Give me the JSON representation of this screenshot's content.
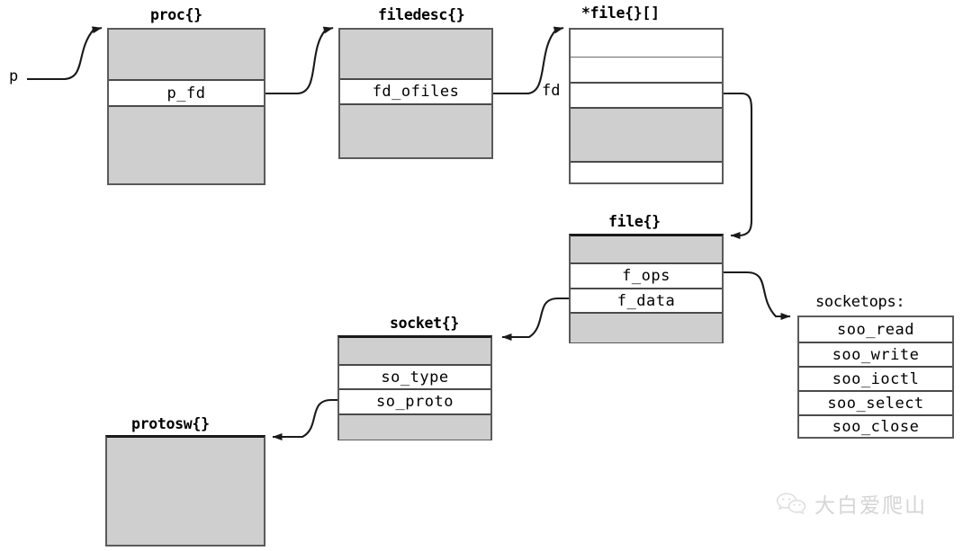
{
  "diagram": {
    "pointer_label": "p",
    "fd_label": "fd",
    "socketops_label": "socketops:",
    "structs": {
      "proc": {
        "title": "proc{}",
        "fields": [
          {
            "label": "",
            "fill": "gray"
          },
          {
            "label": "p_fd",
            "fill": "white"
          },
          {
            "label": "",
            "fill": "gray"
          }
        ]
      },
      "filedesc": {
        "title": "filedesc{}",
        "fields": [
          {
            "label": "",
            "fill": "gray"
          },
          {
            "label": "fd_ofiles",
            "fill": "white"
          },
          {
            "label": "",
            "fill": "gray"
          }
        ]
      },
      "file_array": {
        "title": "*file{}[]",
        "fields": [
          {
            "label": "",
            "fill": "white"
          },
          {
            "label": "",
            "fill": "white"
          },
          {
            "label": "",
            "fill": "white"
          },
          {
            "label": "",
            "fill": "gray"
          },
          {
            "label": "",
            "fill": "white"
          }
        ]
      },
      "file": {
        "title": "file{}",
        "fields": [
          {
            "label": "",
            "fill": "gray"
          },
          {
            "label": "f_ops",
            "fill": "white"
          },
          {
            "label": "f_data",
            "fill": "white"
          },
          {
            "label": "",
            "fill": "gray"
          }
        ]
      },
      "socket": {
        "title": "socket{}",
        "fields": [
          {
            "label": "",
            "fill": "gray"
          },
          {
            "label": "so_type",
            "fill": "white"
          },
          {
            "label": "so_proto",
            "fill": "white"
          },
          {
            "label": "",
            "fill": "gray"
          }
        ]
      },
      "protosw": {
        "title": "protosw{}",
        "fields": [
          {
            "label": "",
            "fill": "gray"
          }
        ]
      },
      "socketops": {
        "title": "socketops:",
        "fields": [
          {
            "label": "soo_read",
            "fill": "white"
          },
          {
            "label": "soo_write",
            "fill": "white"
          },
          {
            "label": "soo_ioctl",
            "fill": "white"
          },
          {
            "label": "soo_select",
            "fill": "white"
          },
          {
            "label": "soo_close",
            "fill": "white"
          }
        ]
      }
    },
    "colors": {
      "struct_fill_gray": "#cfcfcf",
      "struct_fill_white": "#ffffff",
      "border": "#5a5a5a",
      "wire": "#1a1a1a",
      "text": "#000000",
      "watermark": "#b4b4b4"
    }
  },
  "watermark": {
    "text": "大白爱爬山",
    "icon": "wechat-icon"
  }
}
